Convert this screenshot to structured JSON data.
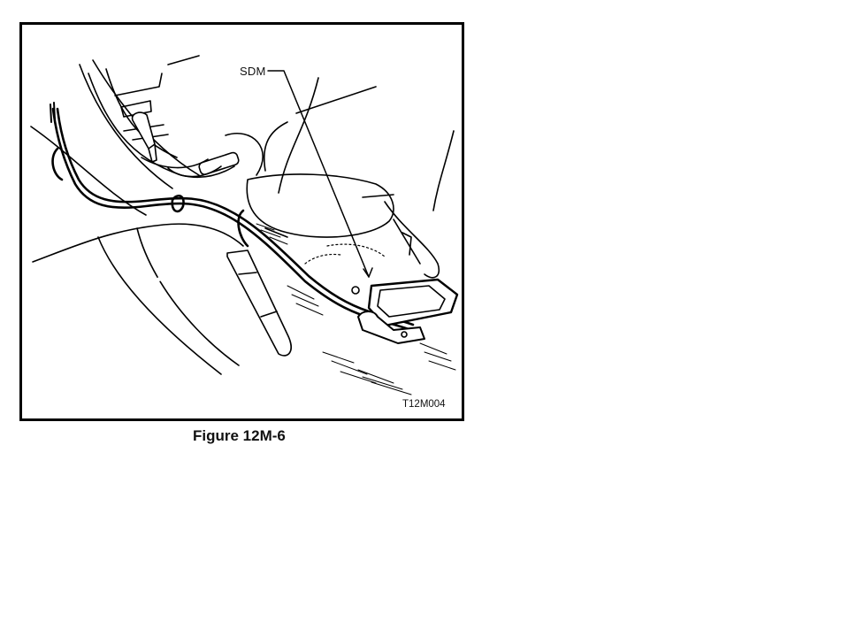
{
  "figure": {
    "caption": "Figure 12M-6",
    "code": "T12M004",
    "callouts": [
      {
        "label": "SDM",
        "target": "sensing-and-diagnostic-module"
      }
    ],
    "subject": "Center console line drawing with wiring harness routed to the SDM under the console",
    "colors": {
      "line": "#000000",
      "background": "#ffffff"
    }
  }
}
